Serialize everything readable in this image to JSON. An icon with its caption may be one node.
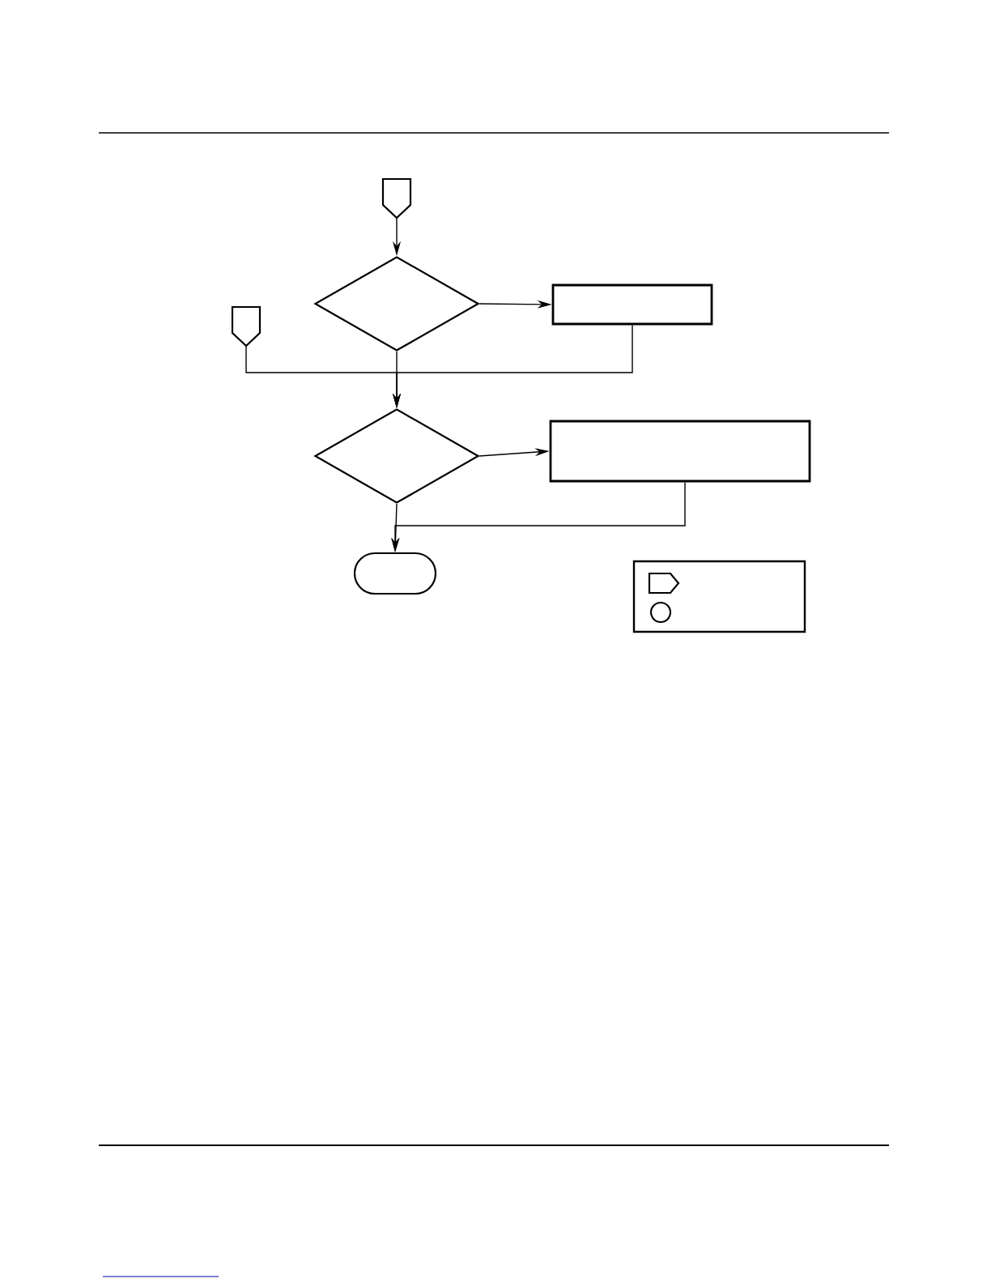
{
  "diagram": {
    "nodes": [
      {
        "text": [],
        "shape": "pentagon"
      },
      {
        "text": [],
        "shape": "diamond"
      },
      {
        "text": [],
        "shape": "box"
      },
      {
        "text": [],
        "shape": "pentagon"
      },
      {
        "text": [],
        "shape": "diamond"
      },
      {
        "text": [],
        "shape": "box"
      },
      {
        "text": [],
        "shape": "oval"
      }
    ],
    "edges": [
      {
        "from": 0,
        "to": 1,
        "arrow": "to"
      },
      {
        "from": 1,
        "to": 2,
        "arrow": "to"
      },
      {
        "from": 2,
        "to": 4,
        "arrow": "to"
      },
      {
        "from": 3,
        "to": 4,
        "arrow": "to"
      },
      {
        "from": 1,
        "to": 4,
        "arrow": "to"
      },
      {
        "from": 4,
        "to": 5,
        "arrow": "to"
      },
      {
        "from": 5,
        "to": 6,
        "arrow": "to"
      },
      {
        "from": 4,
        "to": 6,
        "arrow": "to"
      }
    ]
  }
}
